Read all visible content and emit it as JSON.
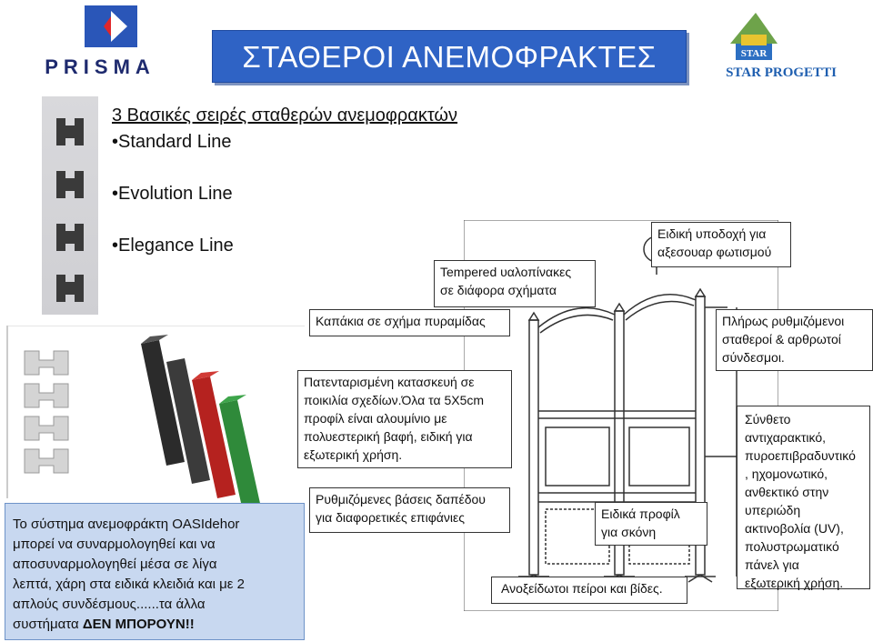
{
  "title": "ΣΤΑΘΕΡΟΙ ΑΝΕΜΟΦΡΑΚΤΕΣ",
  "logos": {
    "prisma_text": "PRISMA",
    "star_logo_text": "STAR",
    "star_text": "STAR PROGETTI"
  },
  "series": {
    "heading": "3 Βασικές σειρές σταθερών ανεμοφρακτών",
    "items": [
      "•Standard Line",
      "•Evolution Line",
      "•Elegance Line"
    ]
  },
  "callouts": {
    "glass_line1": "Tempered υαλοπίνακες",
    "glass_line2": "σε διάφορα σχήματα",
    "lamp_line1": "Ειδική υποδοχή για",
    "lamp_line2": "αξεσουαρ φωτισμού",
    "caps": "Καπάκια σε σχήμα πυραμίδας",
    "adjust_line1": "Πλήρως ρυθμιζόμενοι",
    "adjust_line2": "σταθεροί & αρθρωτοί",
    "adjust_line3": "σύνδεσμοι.",
    "patent_line1": "Πατενταρισμένη κατασκευή σε",
    "patent_line2": "ποικιλία σχεδίων.Όλα τα 5Χ5cm",
    "patent_line3": "προφίλ είναι αλουμίνιο με",
    "patent_line4": "πολυεστερική βαφή, ειδική για",
    "patent_line5": "εξωτερική χρήση.",
    "composite_lines": [
      "Σύνθετο",
      "αντιχαρακτικό,",
      "πυροεπιβραδυντικό",
      ", ηχομονωτικό,",
      "ανθεκτικό στην",
      "υπεριώδη",
      "ακτινοβολία (UV),",
      "πολυστρωματικό",
      "πάνελ για",
      "εξωτερική χρήση."
    ],
    "bases_line1": "Ρυθμιζόμενες βάσεις δαπέδου",
    "bases_line2": "για διαφορετικές επιφάνιες",
    "dust_line1": "Ειδικά προφίλ",
    "dust_line2": "για σκόνη",
    "pins": "Ανοξείδωτοι πείροι και βίδες."
  },
  "info_box": {
    "line1": "Το σύστημα ανεμοφράκτη OASIdehor",
    "line2": "μπορεί να συναρμολογηθεί και να",
    "line3": "αποσυναρμολογηθεί μέσα σε λίγα",
    "line4": "λεπτά, χάρη στα ειδικά κλειδιά και με 2",
    "line5": "απλούς συνδέσμους......τα άλλα",
    "line6_prefix": "συστήματα ",
    "line6_bold": "ΔΕΝ ΜΠΟΡΟΥΝ!!"
  },
  "colors": {
    "title_blue": "#2f63c5",
    "info_bg": "#c8d8f0",
    "prisma_navy": "#1e2a6e",
    "star_blue": "#1f5fb0"
  }
}
